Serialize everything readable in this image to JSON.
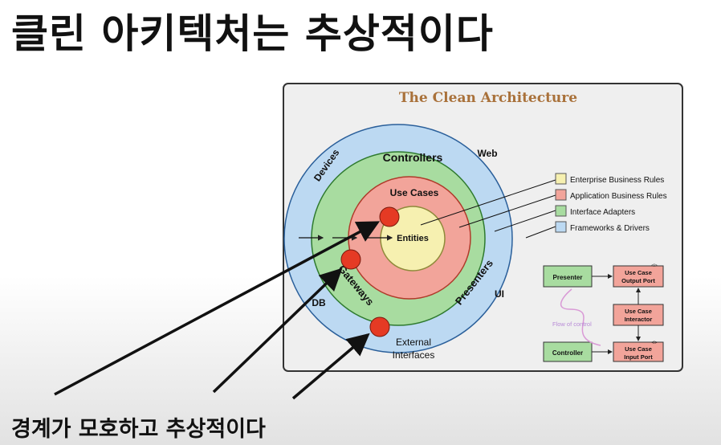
{
  "slide": {
    "title": "클린 아키텍처는 추상적이다",
    "caption": "경계가 모호하고 추상적이다"
  },
  "diagram": {
    "title": "The Clean Architecture",
    "rings": {
      "outer_labels": [
        "Devices",
        "Web",
        "DB",
        "UI",
        "External",
        "Interfaces"
      ],
      "adapter_labels": [
        "Controllers",
        "Gateways",
        "Presenters"
      ],
      "usecase_label": "Use Cases",
      "entities_label": "Entities"
    },
    "legend": [
      {
        "label": "Enterprise Business Rules",
        "color": "#f6f0b0"
      },
      {
        "label": "Application Business Rules",
        "color": "#f2a49a"
      },
      {
        "label": "Interface Adapters",
        "color": "#a8dca0"
      },
      {
        "label": "Frameworks & Drivers",
        "color": "#bcd9f2"
      }
    ],
    "flow": {
      "presenter": "Presenter",
      "output_port_1": "Use Case",
      "output_port_2": "Output Port",
      "interactor_1": "Use Case",
      "interactor_2": "Interactor",
      "controller": "Controller",
      "input_port_1": "Use Case",
      "input_port_2": "Input Port",
      "flow_of_control": "Flow of control",
      "port_marks": [
        "<I>",
        "<I>"
      ]
    }
  },
  "colors": {
    "entities": "#f6f0b0",
    "use_cases": "#f2a49a",
    "adapters": "#a8dca0",
    "frameworks": "#bcd9f2",
    "marker": "#e53a24",
    "title_brown": "#a9713a"
  }
}
